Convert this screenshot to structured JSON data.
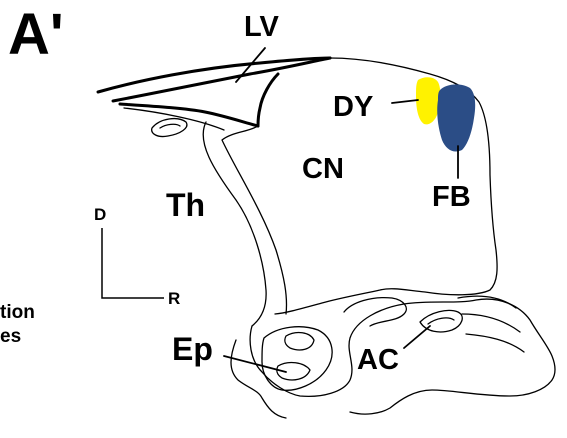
{
  "panel_label": "A'",
  "labels": {
    "lv": "LV",
    "dy": "DY",
    "cn": "CN",
    "fb": "FB",
    "th": "Th",
    "ep": "Ep",
    "ac": "AC"
  },
  "orientation": {
    "dorsal": "D",
    "rostral": "R"
  },
  "left_edge_fragments": [
    "tion",
    "es"
  ],
  "colors": {
    "dy_tracer": "#FFF200",
    "fb_tracer": "#2B4D86",
    "line": "#000000",
    "background": "#FFFFFF"
  }
}
